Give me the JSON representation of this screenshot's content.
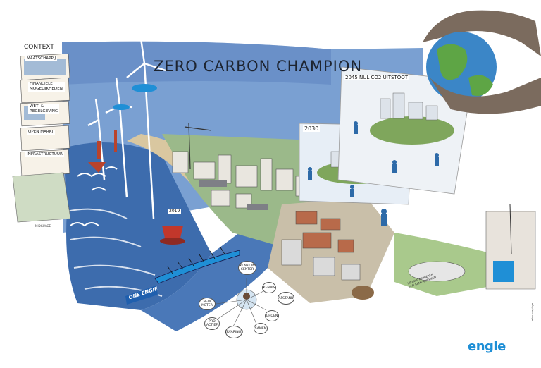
{
  "title": "ZERO CARBON CHAMPION",
  "context": {
    "heading": "CONTEXT",
    "panels": [
      "MAATSCHAPPIJ",
      "FINANCIELE MOGELIJKHEDEN",
      "WET- & REGELGEVING",
      "OPEN MARKT",
      "INFRASTRUCTUUR"
    ],
    "footnote": "MIDGUAGE"
  },
  "scenes": {
    "year_2030": "2030",
    "year_2045": "2045 NUL CO2 UITSTOOT",
    "buoy": "2019"
  },
  "boat_banner": "ONE ENGIE",
  "network_nodes": [
    "NEW METER",
    "PRO ACTIEF",
    "ERVARINGS",
    "SAMEN",
    "KENNIS",
    "GROEN",
    "KLANT IN CENTER",
    "AFSTAND"
  ],
  "bottom_note": "NIEUWE MANIEREN VAN SAMENWERKEN",
  "signature": "ellen.cosplaye",
  "brand": "engie",
  "colors": {
    "sky": "#6f93c8",
    "sea": "#3f6fae",
    "brand": "#1f8fd6",
    "grass": "#7eb24e"
  }
}
